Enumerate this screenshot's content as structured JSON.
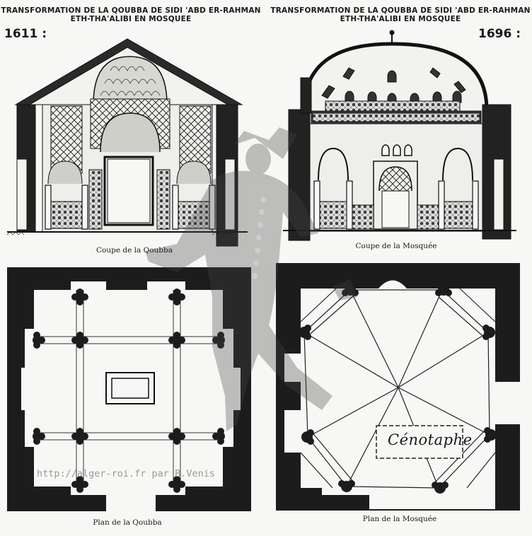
{
  "left_panel": {
    "title_line1": "TRANSFORMATION DE LA QOUBBA DE SIDI 'ABD ER-RAHMAN",
    "title_line2": "ETH-THA'ALIBI EN MOSQUEE",
    "year": "1611 :",
    "section_caption": "Coupe de la Qoubba",
    "plan_caption": "Plan de la Qoubba"
  },
  "right_panel": {
    "title_line1": "TRANSFORMATION DE LA QOUBBA DE SIDI 'ABD ER-RAHMAN",
    "title_line2": "ETH-THA'ALIBI EN MOSQUEE",
    "year": "1696 :",
    "section_caption": "Coupe de la Mosquée",
    "plan_caption": "Plan de la Mosquée",
    "cenotaph_label": "Cénotaphe"
  },
  "watermark": {
    "credit": "http://alger-roi.fr   par B.Venis"
  }
}
